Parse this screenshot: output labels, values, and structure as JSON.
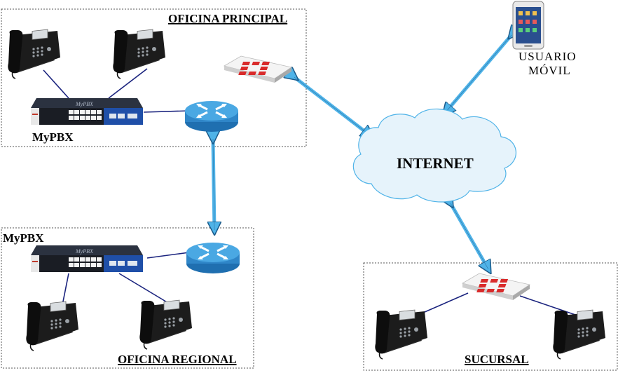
{
  "zones": {
    "main_office": "OFICINA PRINCIPAL",
    "regional_office": "OFICINA REGIONAL",
    "branch": "SUCURSAL"
  },
  "devices": {
    "pbx_main": "MyPBX",
    "pbx_regional": "MyPBX",
    "pbx_faceplate": "MyPBX"
  },
  "cloud": {
    "label": "INTERNET"
  },
  "mobile": {
    "line1": "USUARIO",
    "line2": "MÓVIL"
  },
  "colors": {
    "link_arrow": "#4fb3e8",
    "lan_line": "#1a237e",
    "firewall_red": "#d92b2b",
    "cloud_fill": "#e6f3fb",
    "router_blue": "#3d9bd8"
  },
  "icons": {
    "ip_phone": "ip-phone-icon",
    "pbx": "pbx-appliance-icon",
    "router": "router-icon",
    "firewall": "firewall-icon",
    "smartphone": "smartphone-icon",
    "cloud": "cloud-icon"
  }
}
